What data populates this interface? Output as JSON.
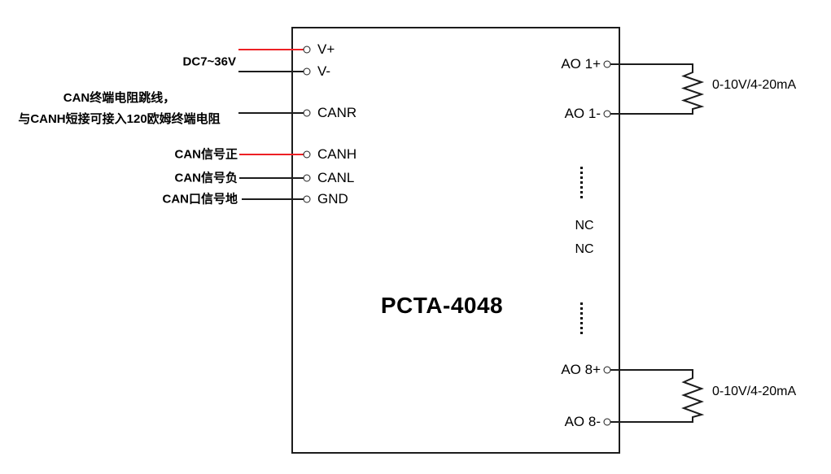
{
  "title": "PCTA-4048",
  "colors": {
    "wire": "#1c1c1c",
    "wire_hot": "#ed2024",
    "text": "#000000"
  },
  "left_pins": [
    {
      "label": "V+"
    },
    {
      "label": "V-"
    },
    {
      "label": "CANR"
    },
    {
      "label": "CANH"
    },
    {
      "label": "CANL"
    },
    {
      "label": "GND"
    }
  ],
  "right_pins": [
    {
      "label": "AO 1+"
    },
    {
      "label": "AO 1-"
    },
    {
      "label": "AO 8+"
    },
    {
      "label": "AO 8-"
    }
  ],
  "nc": {
    "first": "NC",
    "second": "NC"
  },
  "annotations": {
    "power": "DC7~36V",
    "can_jumper_line1": "CAN终端电阻跳线，",
    "can_jumper_line2": "与CANH短接可接入120欧姆终端电阻",
    "can_high": "CAN信号正",
    "can_low": "CAN信号负",
    "can_gnd": "CAN口信号地"
  },
  "loads": {
    "ao1": "0-10V/4-20mA",
    "ao8": "0-10V/4-20mA"
  }
}
